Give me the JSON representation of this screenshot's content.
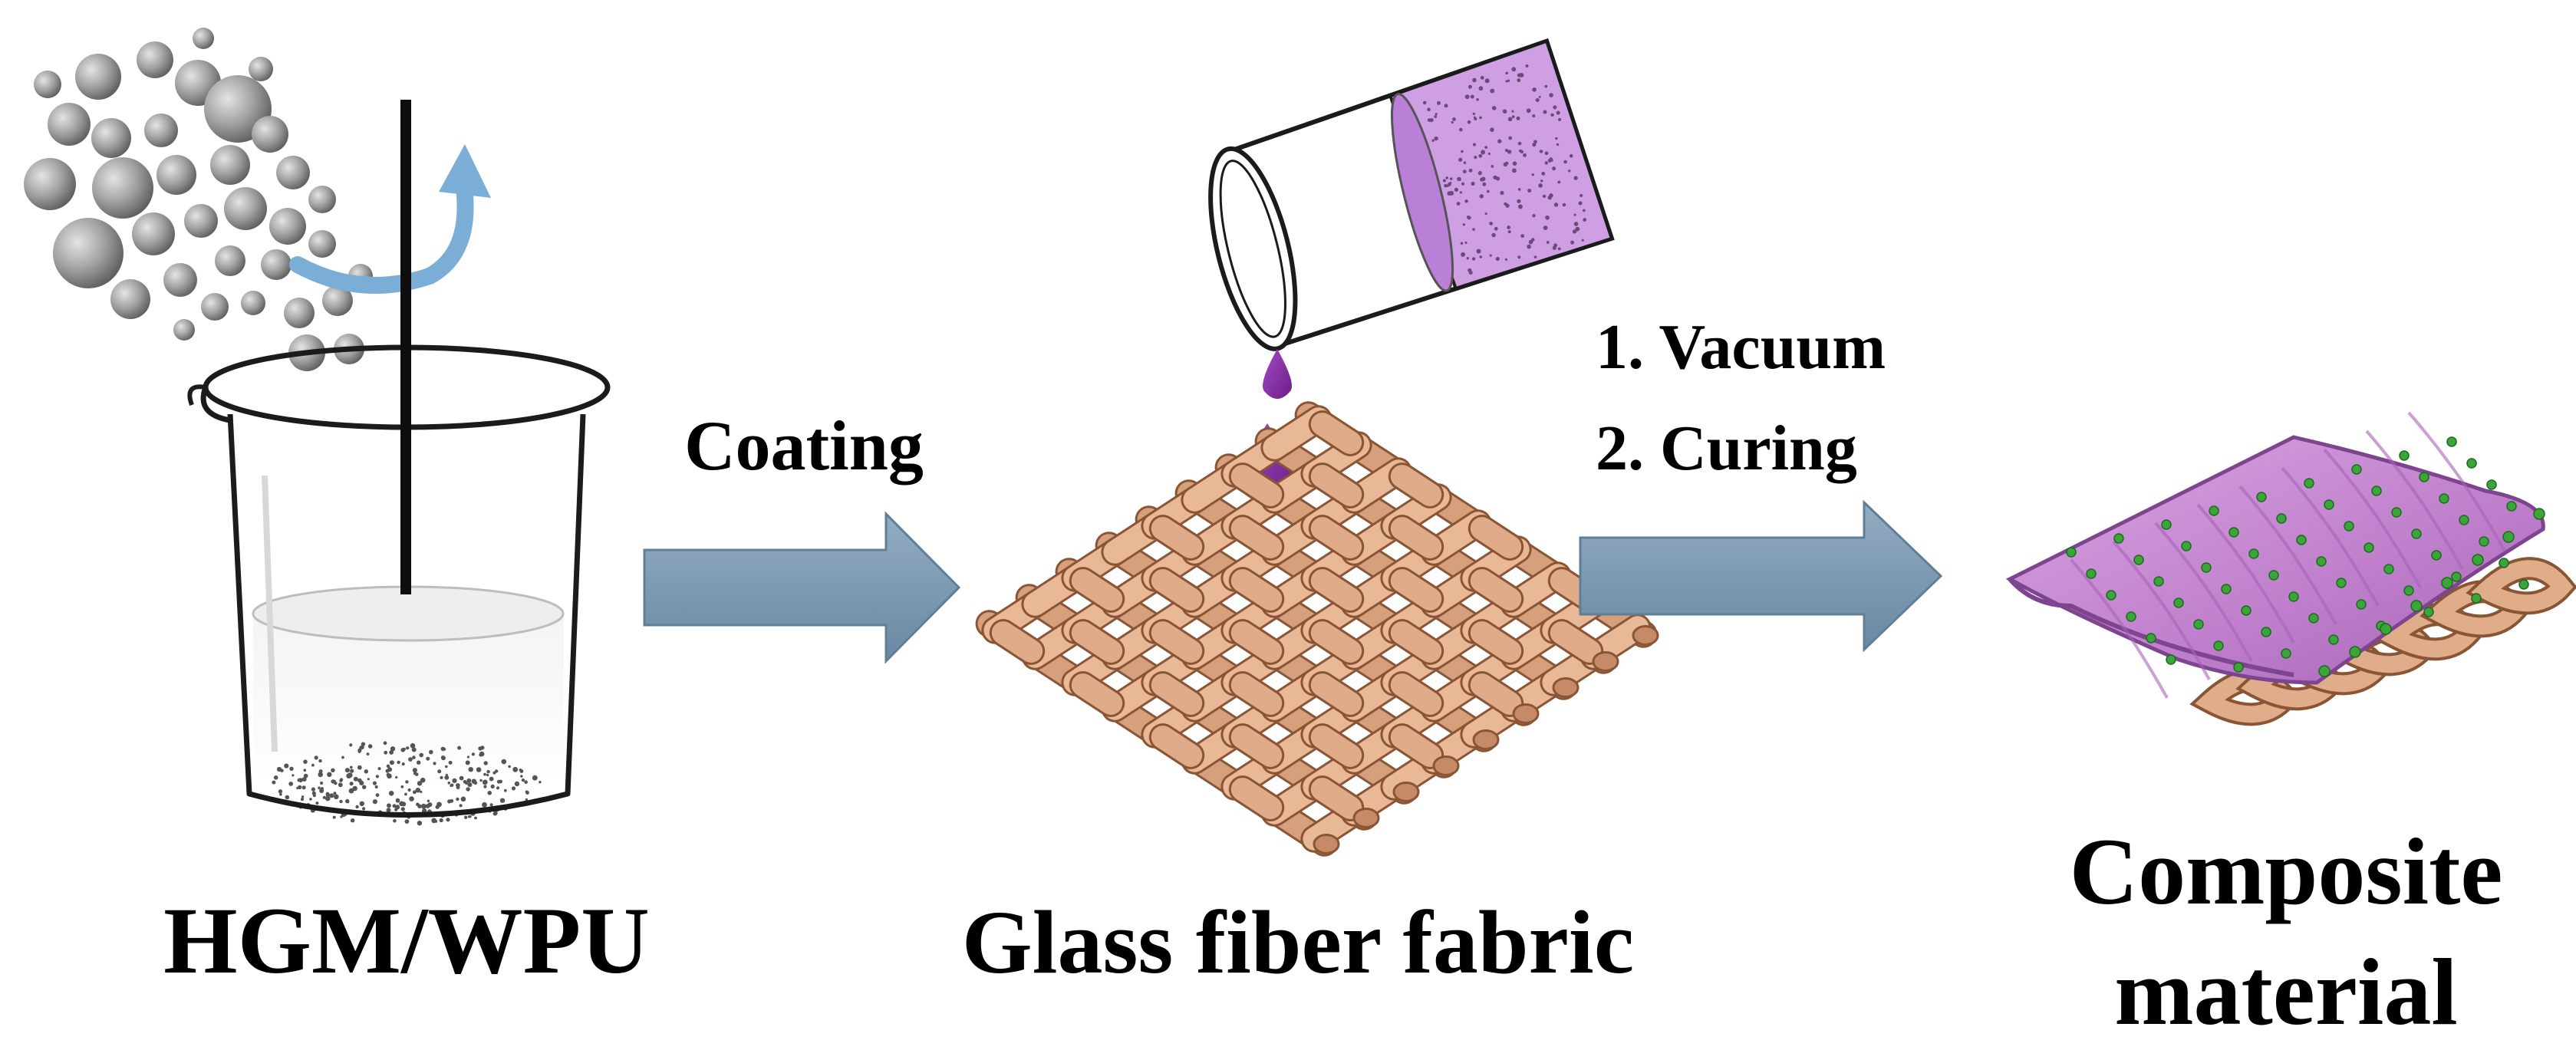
{
  "labels": {
    "beaker": "HGM/WPU",
    "fabric": "Glass fiber fabric",
    "composite_line1": "Composite",
    "composite_line2": "material"
  },
  "arrows": {
    "coating": "Coating",
    "step1": "1. Vacuum",
    "step2": "2. Curing"
  },
  "colors": {
    "arrow_fill": "#7f9bb3",
    "arrow_stroke": "#5f7f99",
    "sphere": "#9a9a9a",
    "fiber": "#d9a685",
    "fiber_dark": "#a9714f",
    "resin": "#c9a0dc",
    "resin_drop": "#7e2d9e",
    "composite_sheet": "#c07fcf",
    "dots": "#3aa63a",
    "rotation_arrow": "#7aaed6"
  }
}
